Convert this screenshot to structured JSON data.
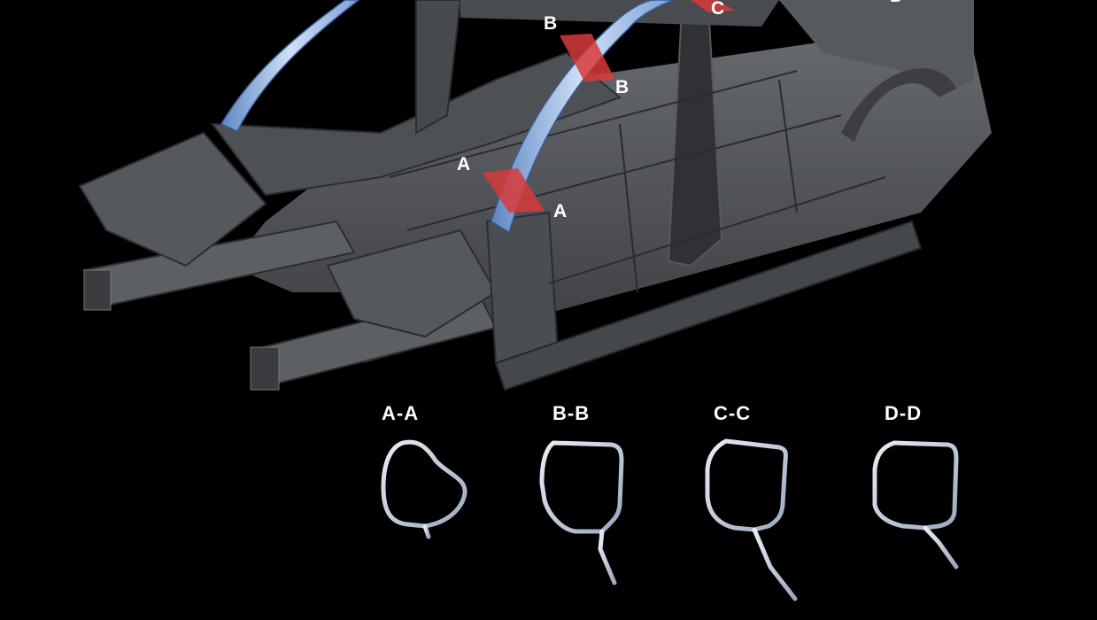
{
  "diagram": {
    "markers": {
      "a_upper": "A",
      "a_lower": "A",
      "b_upper": "B",
      "b_lower": "B",
      "c_upper": "C",
      "d_upper": "D"
    },
    "sections": [
      {
        "label": "A-A"
      },
      {
        "label": "B-B"
      },
      {
        "label": "C-C"
      },
      {
        "label": "D-D"
      }
    ],
    "colors": {
      "background": "#000000",
      "body_structure": "#5a5d62",
      "highlight_pillar": "#8fb4e6",
      "section_plane": "#d83a3a",
      "profile_outline": "#c9d4e6"
    }
  }
}
